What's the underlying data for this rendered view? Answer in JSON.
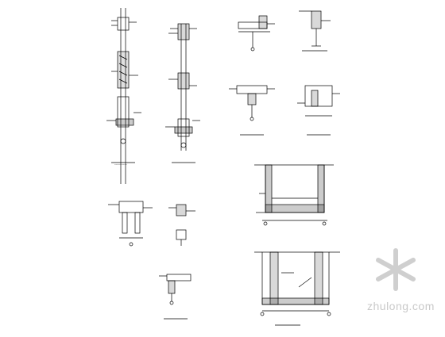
{
  "drawing": {
    "type": "structural detail sheet",
    "line_color": "#000000",
    "background": "#ffffff"
  },
  "watermark": {
    "text": "zhulong.com",
    "color": "#c9c9c9",
    "logo_icon": "zhulong-flower-logo"
  }
}
